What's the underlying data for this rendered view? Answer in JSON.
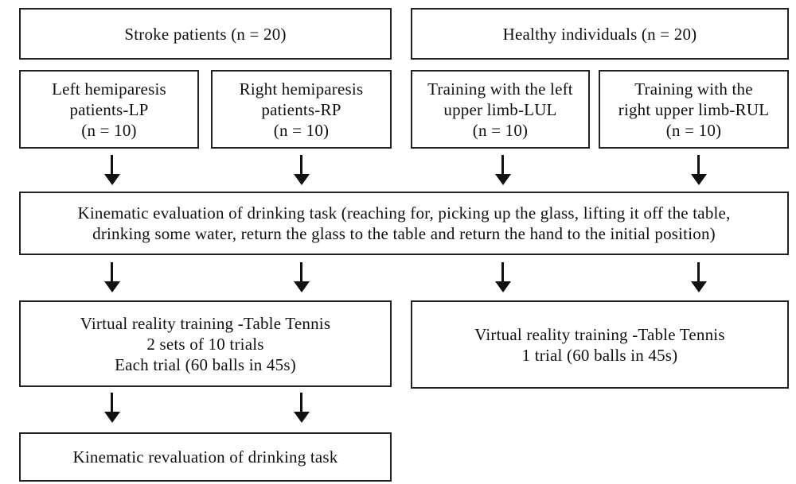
{
  "stroke_patients": "Stroke patients (n = 20)",
  "healthy_individuals": "Healthy individuals (n = 20)",
  "groups": [
    {
      "line1": "Left hemiparesis",
      "line2": "patients-LP",
      "line3": "(n = 10)"
    },
    {
      "line1": "Right hemiparesis",
      "line2": "patients-RP",
      "line3": "(n = 10)"
    },
    {
      "line1": "Training with the left",
      "line2": "upper limb-LUL",
      "line3": "(n = 10)"
    },
    {
      "line1": "Training with the",
      "line2": "right upper limb-RUL",
      "line3": "(n = 10)"
    }
  ],
  "kinematic_evaluation": {
    "line1": "Kinematic evaluation of drinking task (reaching for, picking up the glass, lifting it off the table,",
    "line2": "drinking some water, return the glass to the table and return the hand to the initial position)"
  },
  "vr_training_patients": {
    "line1": "Virtual reality training -Table Tennis",
    "line2": "2 sets of 10 trials",
    "line3": "Each trial (60 balls in 45s)"
  },
  "vr_training_healthy": {
    "line1": "Virtual reality training -Table Tennis",
    "line2": "1 trial (60 balls in 45s)"
  },
  "kinematic_revaluation": "Kinematic revaluation of drinking task"
}
